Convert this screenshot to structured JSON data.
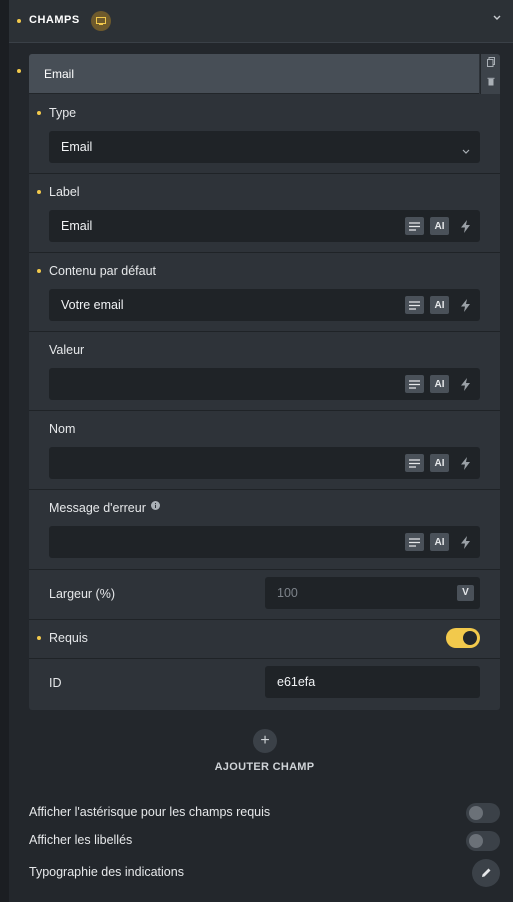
{
  "header": {
    "title": "CHAMPS"
  },
  "field_card": {
    "title": "Email",
    "type": {
      "label": "Type",
      "value": "Email"
    },
    "label": {
      "label": "Label",
      "value": "Email"
    },
    "default_content": {
      "label": "Contenu par défaut",
      "value": "Votre email"
    },
    "value": {
      "label": "Valeur",
      "value": ""
    },
    "name": {
      "label": "Nom",
      "value": ""
    },
    "error_message": {
      "label": "Message d'erreur",
      "value": ""
    },
    "width": {
      "label": "Largeur (%)",
      "placeholder": "100",
      "unit": "V"
    },
    "required": {
      "label": "Requis",
      "on": true
    },
    "id": {
      "label": "ID",
      "value": "e61efa"
    },
    "ai_label": "AI"
  },
  "add_field": {
    "label": "AJOUTER CHAMP"
  },
  "options": {
    "show_asterisk": {
      "label": "Afficher l'astérisque pour les champs requis",
      "on": false
    },
    "show_labels": {
      "label": "Afficher les libellés",
      "on": false
    },
    "hint_typography": {
      "label": "Typographie des indications"
    }
  },
  "colors": {
    "accent": "#f2c94c",
    "field_bg": "#1f2327",
    "card_bg": "#2e3339"
  }
}
